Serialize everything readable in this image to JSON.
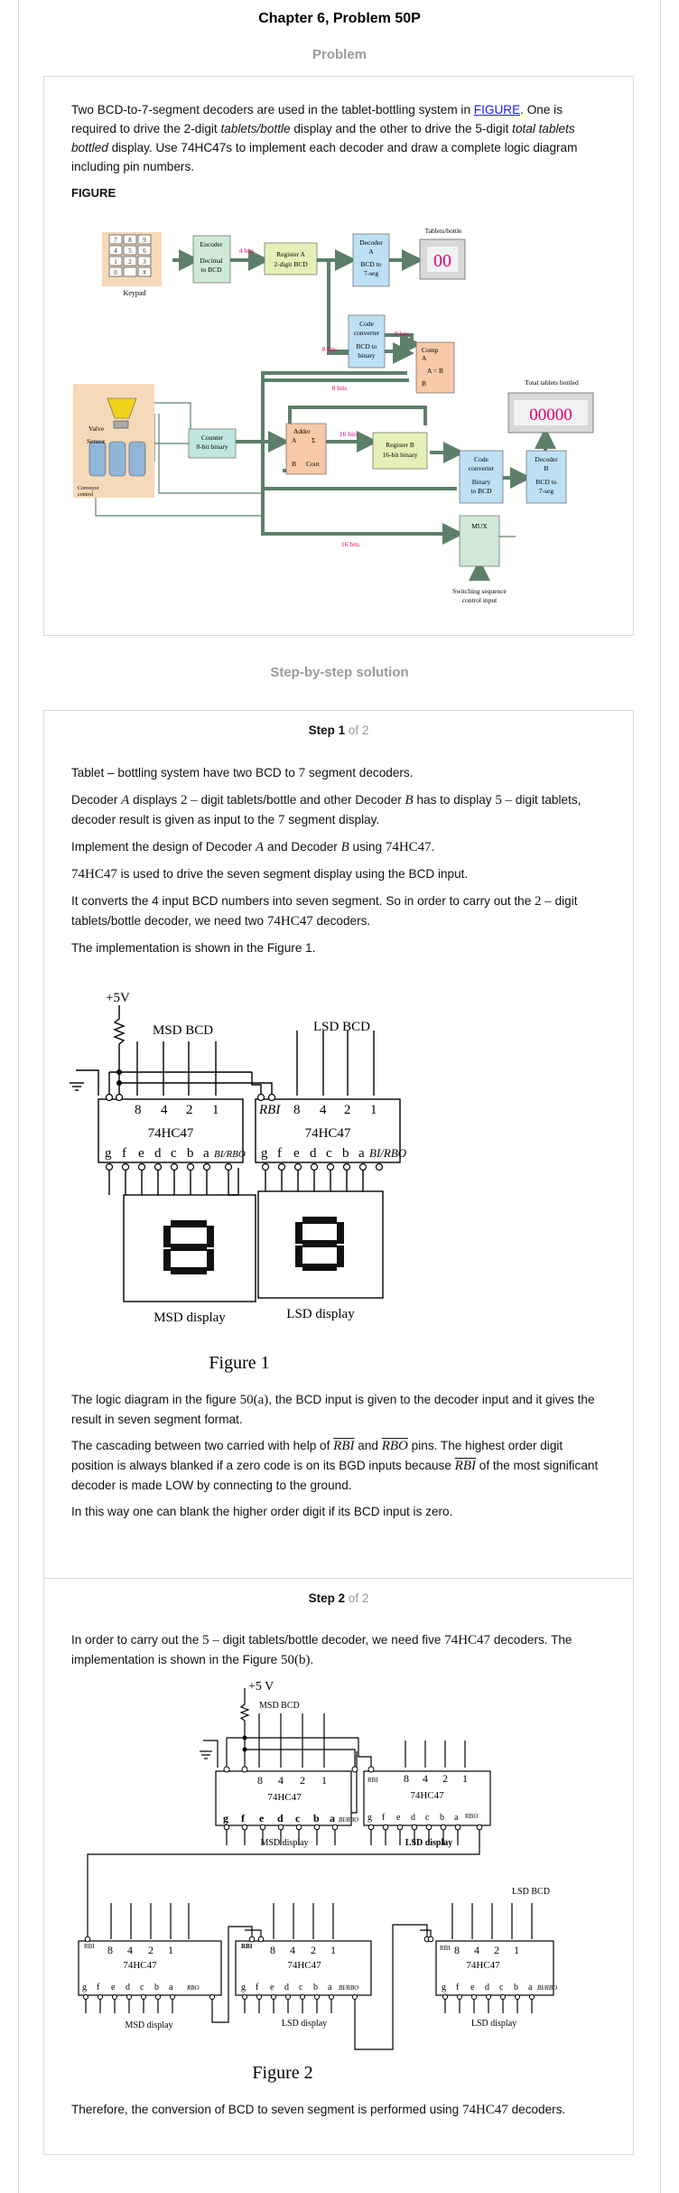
{
  "header": {
    "title": "Chapter 6, Problem 50P",
    "problem_label": "Problem"
  },
  "problem": {
    "text_1": "Two BCD-to-7-segment decoders are used in the tablet-bottling system in ",
    "link": "FIGURE",
    "text_2": ". One is required to drive the 2-digit ",
    "em_1": "tablets/bottle",
    "text_3": " display and the other to drive the 5-digit ",
    "em_2": "total tablets bottled",
    "text_4": " display. Use 74HC47s to implement each decoder and draw a complete logic diagram including pin numbers.",
    "figure_label": "FIGURE"
  },
  "block_diagram": {
    "keypad": "Keypad",
    "encoder": [
      "Encoder",
      "Decimal",
      "to BCD"
    ],
    "bits4": "4 bits",
    "register_a": [
      "Register A",
      "2-digit BCD"
    ],
    "decoder_a": [
      "Decoder",
      "A",
      "BCD to",
      "7-seg"
    ],
    "tablets_bottle": "Tablets/bottle",
    "code_conv_1": [
      "Code",
      "converter",
      "BCD to",
      "binary"
    ],
    "bits8a": "8 bits",
    "bits8b": "8 bits",
    "bits8c": "8 bits",
    "comp": [
      "Comp",
      "A",
      "A = B",
      "B"
    ],
    "total_bottled": "Total tablets bottled",
    "valve": "Valve",
    "sensor": "Sensor",
    "conveyor": [
      "Conveyor",
      "control"
    ],
    "counter": [
      "Counter",
      "8-bit binary"
    ],
    "adder": [
      "Adder",
      "A",
      "Σ",
      "B",
      "Cout"
    ],
    "bits16a": "16 bits",
    "bits16b": "16 bits",
    "register_b": [
      "Register B",
      "16-bit binary"
    ],
    "code_conv_2": [
      "Code",
      "converter",
      "Binary",
      "to BCD"
    ],
    "decoder_b": [
      "Decoder",
      "B",
      "BCD to",
      "7-seg"
    ],
    "mux": "MUX",
    "switching": [
      "Switching sequence",
      "control input"
    ],
    "keys": [
      "7",
      "8",
      "9",
      "4",
      "5",
      "6",
      "1",
      "2",
      "3",
      "0",
      "",
      "#"
    ],
    "display_2": "00",
    "display_5": "00000"
  },
  "solution_label": "Step-by-step solution",
  "step1": {
    "head": "Step 1",
    "of": " of 2",
    "l1a": "Tablet – bottling system have two BCD to ",
    "l1m": "7",
    "l1b": " segment decoders.",
    "l2a": "Decoder ",
    "l2m1": "A",
    "l2b": " displays ",
    "l2m2": "2 –",
    "l2c": " digit tablets/bottle and other Decoder ",
    "l2m3": "B",
    "l2d": " has to display ",
    "l2m4": "5 –",
    "l2e": " digit tablets, decoder result is given as input to the ",
    "l2m5": "7",
    "l2f": " segment display.",
    "l3a": "Implement the design of Decoder ",
    "l3m1": "A",
    "l3b": " and Decoder ",
    "l3m2": "B",
    "l3c": " using ",
    "l3m3": "74HC47",
    "l3d": ".",
    "l4m": "74HC47",
    "l4a": " is used to drive the seven segment display using the BCD input.",
    "l5a": "It converts the 4 input BCD numbers into seven segment. So in order to carry out the ",
    "l5m1": "2 –",
    "l5b": " digit tablets/bottle decoder, we need two ",
    "l5m2": "74HC47",
    "l5c": " decoders.",
    "l6": "The implementation is shown in the Figure 1.",
    "l7a": "The logic diagram in the figure ",
    "l7m": "50(a)",
    "l7b": ", the BCD input is given to the decoder input and it gives the result in seven segment format.",
    "l8a": "The cascading between two carried with help of ",
    "l8m1": "RBI",
    "l8b": " and ",
    "l8m2": "RBO",
    "l8c": " pins. The highest order digit position is always blanked if a zero code is on its BGD inputs because ",
    "l8m3": "RBI",
    "l8d": " of the most significant decoder is made LOW by connecting to the ground.",
    "l9": "In this way one can blank the higher order digit if its BCD input is zero."
  },
  "figure1": {
    "vcc": "+5V",
    "msd_bcd": "MSD BCD",
    "lsd_bcd": "LSD BCD",
    "rbi": "RBI",
    "weights": [
      "8",
      "4",
      "2",
      "1"
    ],
    "chip": "74HC47",
    "segs": [
      "g",
      "f",
      "e",
      "d",
      "c",
      "b",
      "a"
    ],
    "birbo": "BI/RBO",
    "msd_display": "MSD display",
    "lsd_display": "LSD display",
    "caption": "Figure 1"
  },
  "step2": {
    "head": "Step 2",
    "of": " of 2",
    "l1a": "In order to carry out the ",
    "l1m1": "5 –",
    "l1b": " digit tablets/bottle decoder, we need five ",
    "l1m2": "74HC47",
    "l1c": " decoders. The implementation is shown in the Figure ",
    "l1m3": "50(b)",
    "l1d": ".",
    "l2a": "Therefore, the conversion of BCD to seven segment is performed using ",
    "l2m": "74HC47",
    "l2b": " decoders."
  },
  "figure2": {
    "vcc": "+5 V",
    "msd_bcd": "MSD BCD",
    "lsd_bcd": "LSD BCD",
    "rbi": "RBI",
    "rbo": "RBO",
    "chip": "74HC47",
    "weights": [
      "8",
      "4",
      "2",
      "1"
    ],
    "segs": [
      "g",
      "f",
      "e",
      "d",
      "c",
      "b",
      "a"
    ],
    "birbo": "BI/RBO",
    "msd_display": "MSD display",
    "lsd_display": "LSD display",
    "caption": "Figure 2"
  },
  "colors": {
    "accent_gray": "#9a9a9a",
    "link": "#1a1aff",
    "arrow": "#5d7f6a",
    "magenta": "#e0006e"
  }
}
